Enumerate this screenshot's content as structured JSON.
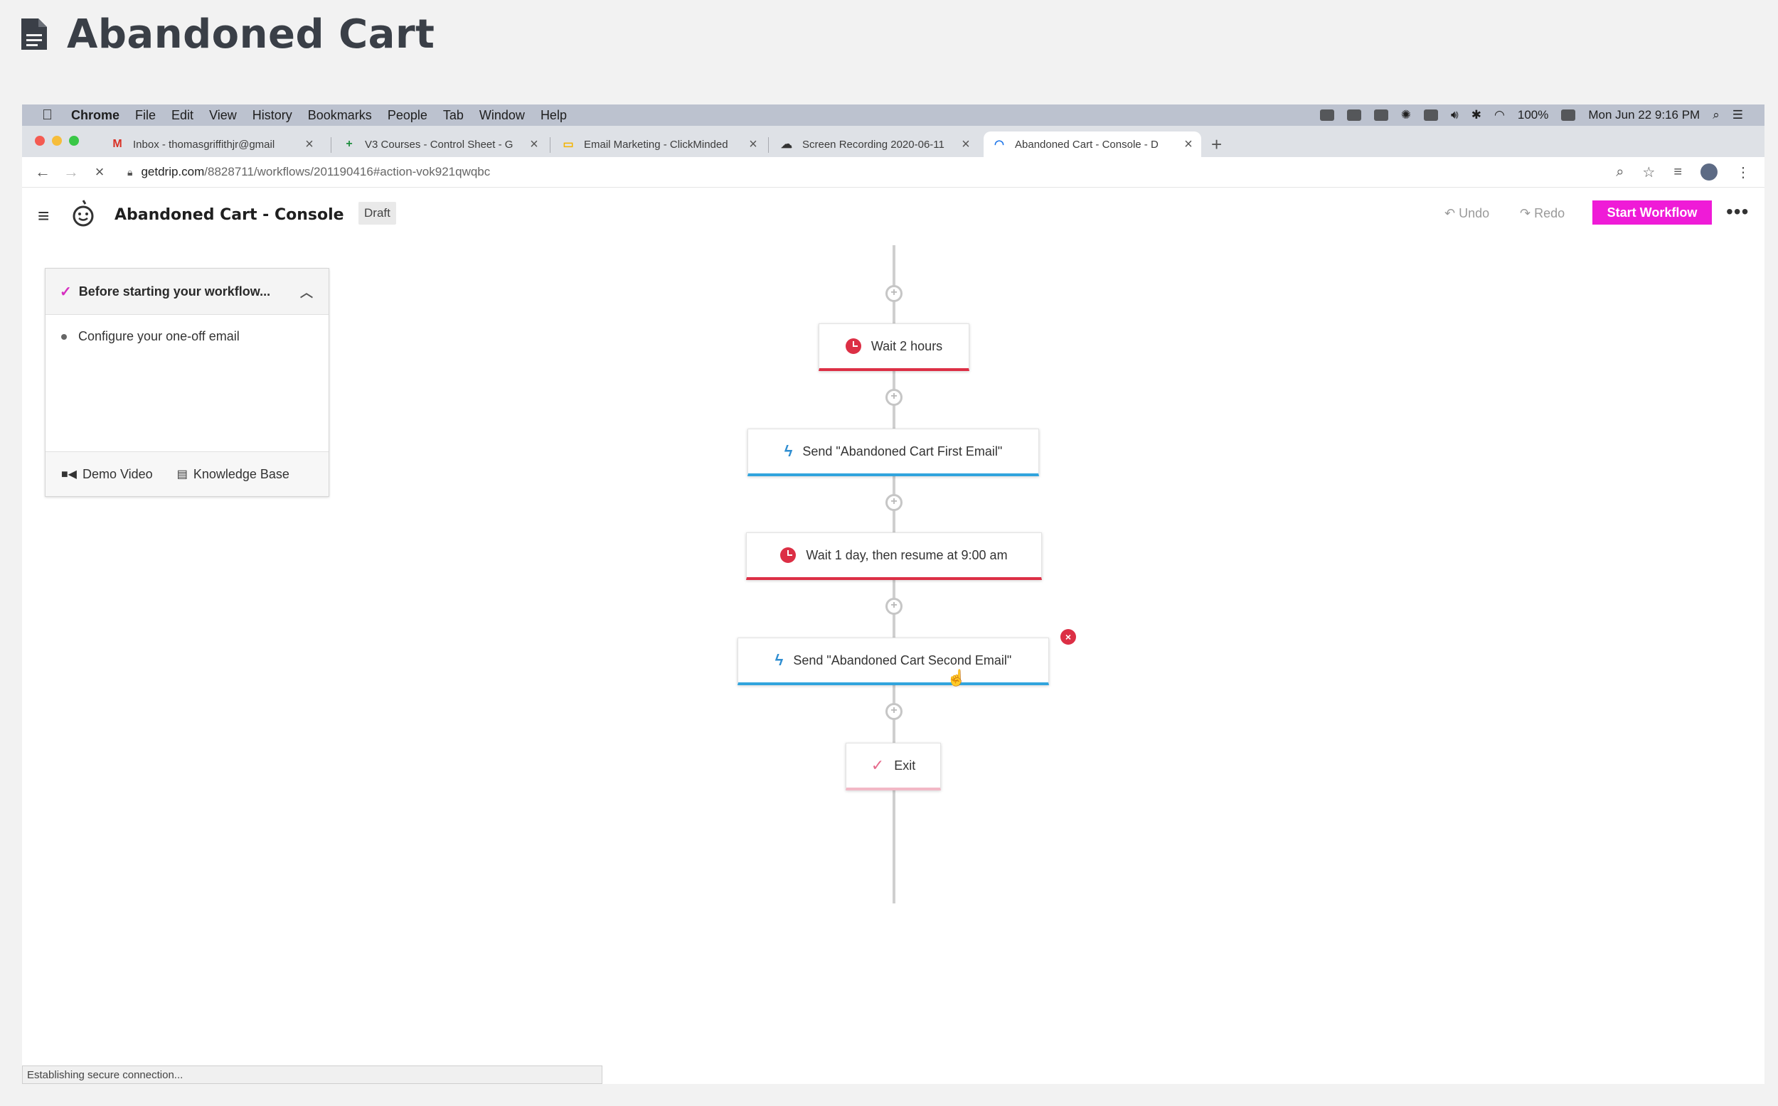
{
  "page": {
    "title": "Abandoned Cart"
  },
  "menubar": {
    "app": "Chrome",
    "items": [
      "File",
      "Edit",
      "View",
      "History",
      "Bookmarks",
      "People",
      "Tab",
      "Window",
      "Help"
    ],
    "battery": "100%",
    "datetime": "Mon Jun 22  9:16 PM"
  },
  "tabs": [
    {
      "title": "Inbox - thomasgriffithjr@gmail",
      "icon": "gmail-icon",
      "favicon_text": "M",
      "color": "#d93025"
    },
    {
      "title": "V3 Courses - Control Sheet - G",
      "icon": "sheets-icon",
      "favicon_text": "+",
      "color": "#1e8e3e"
    },
    {
      "title": "Email Marketing - ClickMinded",
      "icon": "slides-icon",
      "favicon_text": "▭",
      "color": "#f4b400"
    },
    {
      "title": "Screen Recording 2020-06-11",
      "icon": "cloud-icon",
      "favicon_text": "☁",
      "color": "#333333"
    },
    {
      "title": "Abandoned Cart - Console - D",
      "icon": "loading-icon",
      "favicon_text": "◠",
      "color": "#1a73e8"
    }
  ],
  "address": {
    "domain": "getdrip.com",
    "path": "/8828711/workflows/201190416#action-vok921qwqbc"
  },
  "app": {
    "workflow_title": "Abandoned Cart - Console",
    "status_badge": "Draft",
    "undo": "Undo",
    "redo": "Redo",
    "start_button": "Start Workflow",
    "accent_color": "#ef1bd7"
  },
  "checklist": {
    "title": "Before starting your workflow...",
    "items": [
      "Configure your one-off email"
    ],
    "demo_video": "Demo Video",
    "knowledge_base": "Knowledge Base"
  },
  "workflow_steps": [
    {
      "type": "delay",
      "label": "Wait 2 hours",
      "icon": "clock-icon"
    },
    {
      "type": "email",
      "label": "Send \"Abandoned Cart First Email\"",
      "icon": "lightning-icon"
    },
    {
      "type": "delay",
      "label": "Wait 1 day, then resume at 9:00 am",
      "icon": "clock-icon"
    },
    {
      "type": "email",
      "label": "Send \"Abandoned Cart Second Email\"",
      "icon": "lightning-icon"
    },
    {
      "type": "exit",
      "label": "Exit",
      "icon": "check-icon"
    }
  ],
  "status_bar": "Establishing secure connection..."
}
